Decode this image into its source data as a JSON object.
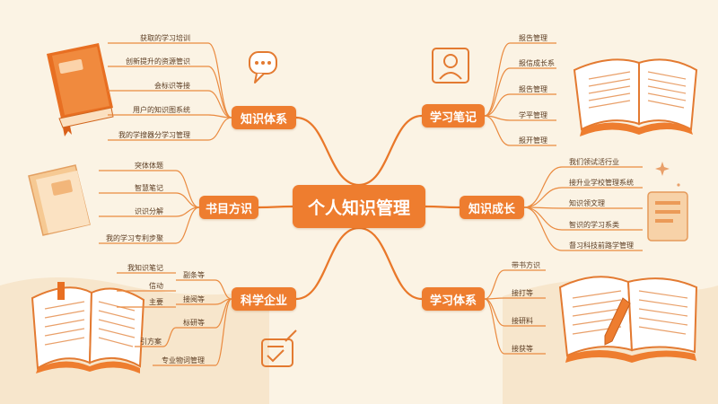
{
  "title": "个人知识管理",
  "colors": {
    "accent": "#ee7d2f",
    "background": "#fbf3e4",
    "line": "#ea8a3f"
  },
  "branches": [
    {
      "id": "kbs",
      "label": "知识体系",
      "leaves": [
        "获取的学习培训",
        "创新提升的资源管识",
        "会标识等接",
        "用户的知识图系统",
        "我的学搜器分学习管理"
      ]
    },
    {
      "id": "sml",
      "label": "书目方识",
      "leaves": [
        "突体体题",
        "智慧笔记",
        "识识分解",
        "我的学习专利步聚"
      ]
    },
    {
      "id": "kxqy",
      "label": "科学企业",
      "leaves": [
        "我知识笔记",
        "信动",
        "主要",
        "副条等",
        "接阅等",
        "标研等",
        "引方案",
        "专业物词管理"
      ]
    },
    {
      "id": "xxbj",
      "label": "学习笔记",
      "leaves": [
        "报告管理",
        "报信成长系",
        "报告管理",
        "学平管理",
        "报开管理"
      ]
    },
    {
      "id": "zscz",
      "label": "知识成长",
      "leaves": [
        "我们领试活行业",
        "接升业学校管理系统",
        "知识领文理",
        "智识的学习系类",
        "督习科技前路学管理"
      ]
    },
    {
      "id": "xxtx",
      "label": "学习体系",
      "leaves": [
        "带书方识",
        "接打等",
        "接研料",
        "接获等"
      ]
    }
  ],
  "icons": [
    "book-icon",
    "notebook-icon",
    "open-book-icon",
    "speech-bubble-icon",
    "user-icon",
    "checklist-icon",
    "tablet-icon",
    "pencil-icon",
    "sparkle-icon"
  ]
}
